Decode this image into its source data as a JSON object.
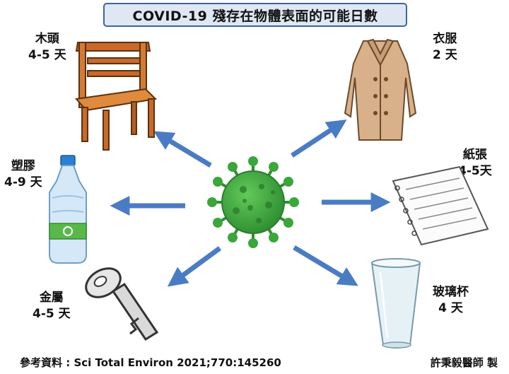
{
  "title": "COVID-19 殘存在物體表面的可能日數",
  "items": [
    {
      "name": "木頭",
      "days": "4-5 天"
    },
    {
      "name": "衣服",
      "days": "2 天"
    },
    {
      "name": "塑膠",
      "days": "4-9 天"
    },
    {
      "name": "紙張",
      "days": "4-5天"
    },
    {
      "name": "金屬",
      "days": "4-5 天"
    },
    {
      "name": "玻璃杯",
      "days": "4 天"
    }
  ],
  "source": "參考資料 : Sci Total Environ 2021;770:145260",
  "author": "許秉毅醫師 製",
  "colors": {
    "arrow": "#4a7cc4",
    "virus": "#3aa73a",
    "title_bg": "#dfe7f3",
    "title_border": "#3e63a6"
  }
}
